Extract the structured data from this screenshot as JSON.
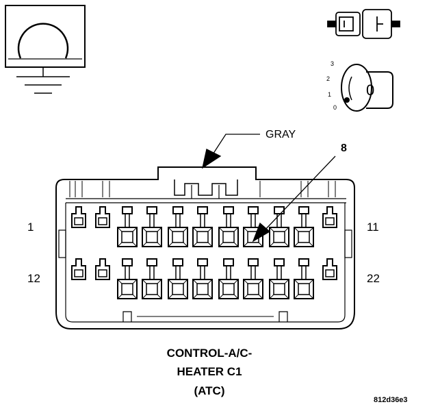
{
  "connector": {
    "color_label": "GRAY",
    "callout_pin": "8",
    "pin_labels": {
      "top_left": "1",
      "top_right": "11",
      "bottom_left": "12",
      "bottom_right": "22"
    },
    "title": [
      "CONTROL-A/C-",
      "HEATER C1",
      "(ATC)"
    ]
  },
  "ignition_key": {
    "positions": [
      "3",
      "2",
      "1",
      "0"
    ],
    "key_label": "0"
  },
  "reference_code": "812d36e3",
  "icons": [
    "ground-symbol-icon",
    "connector-plug-icon",
    "ignition-key-icon"
  ]
}
